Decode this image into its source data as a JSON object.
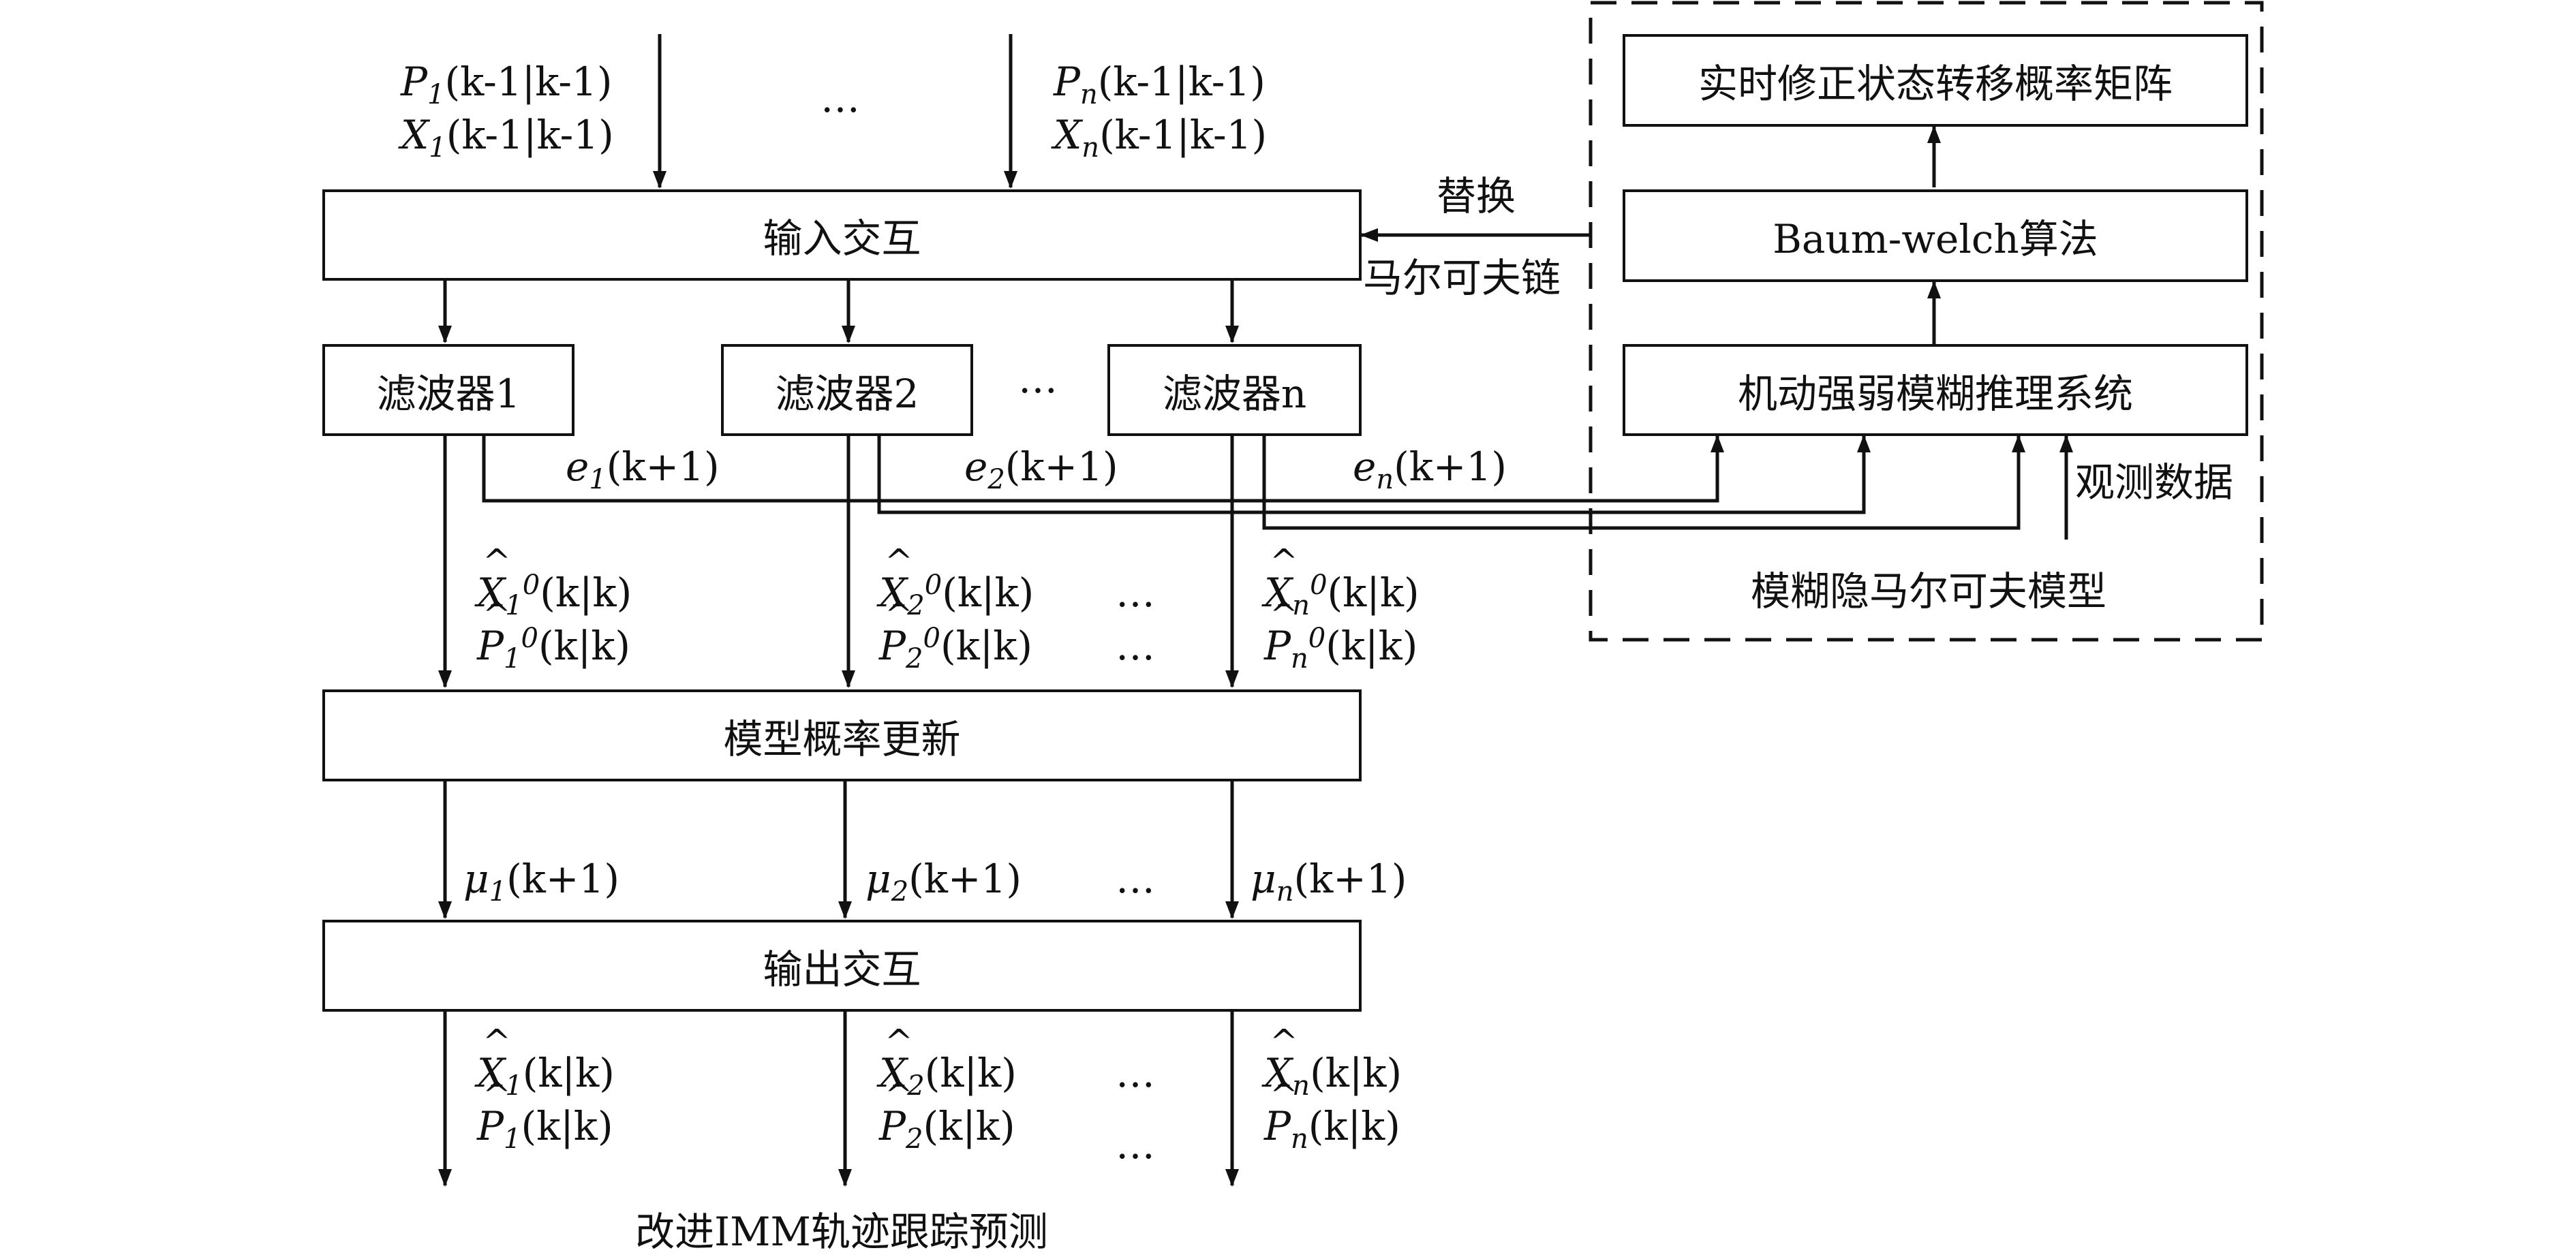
{
  "boxes": {
    "input_interaction": "输入交互",
    "filter_1": "滤波器1",
    "filter_2": "滤波器2",
    "filter_n": "滤波器n",
    "model_prob_update": "模型概率更新",
    "output_interaction": "输出交互",
    "realtime_correct": "实时修正状态转移概率矩阵",
    "baum_welch": "Baum-welch算法",
    "fuzzy_inference": "机动强弱模糊推理系统"
  },
  "labels": {
    "replace": "替换",
    "markov_chain": "马尔可夫链",
    "observation_data": "观测数据",
    "fuzzy_hmm": "模糊隐马尔可夫模型",
    "caption": "改进IMM轨迹跟踪预测",
    "ellipsis": "…"
  },
  "math": {
    "cov_prev_sub": "1",
    "cov_prev_n_sub": "n",
    "prev_arg": "(k-1|k-1)",
    "err_arg": "(k+1)",
    "mu_arg": "(k+1)",
    "est_arg": "(k|k)",
    "est_sup": "0",
    "sub_1": "1",
    "sub_2": "2",
    "sub_n": "n"
  }
}
